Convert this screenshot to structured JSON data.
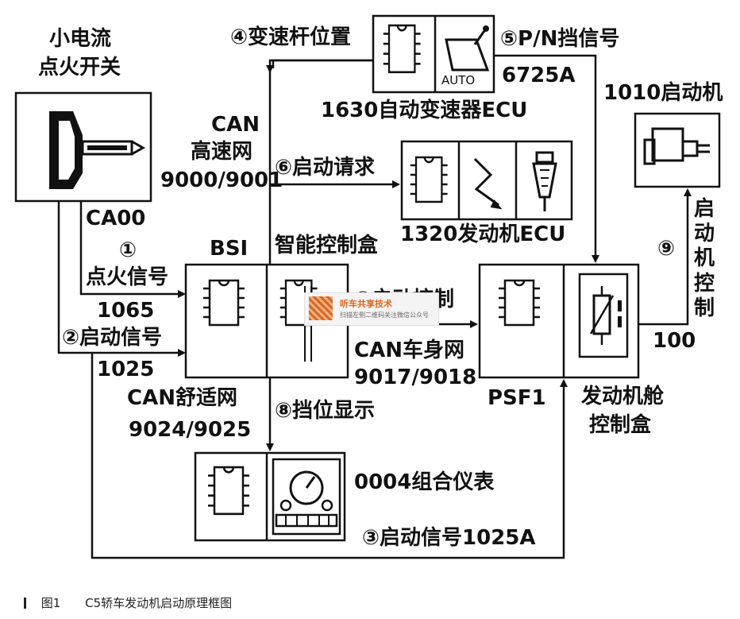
{
  "labels": {
    "switch_title_1": "小电流",
    "switch_title_2": "点火开关",
    "ca00": "CA00",
    "sig1_num": "①",
    "sig1_text": "点火信号",
    "sig1_code": "1065",
    "sig2_text": "②启动信号",
    "sig2_code": "1025",
    "bsi": "BSI",
    "smart_box": "智能控制盒",
    "can_hs_1": "CAN",
    "can_hs_2": "高速网",
    "can_hs_3": "9000/9001",
    "gear_pos": "④变速杆位置",
    "pn_signal": "⑤P/N挡信号",
    "code_6725": "6725A",
    "tcu": "1630自动变速器ECU",
    "auto": "AUTO",
    "start_req": "⑥启动请求",
    "ecu_engine": "1320发动机ECU",
    "starter": "1010启动机",
    "start_ctrl_v": "启动机控制",
    "sig9": "⑨",
    "code_100": "100",
    "start_ctrl7": "⑦启动控制",
    "can_body_1": "CAN车身网",
    "can_body_2": "9017/9018",
    "psf1": "PSF1",
    "engine_box_1": "发动机舱",
    "engine_box_2": "控制盒",
    "can_comfort_1": "CAN舒适网",
    "can_comfort_2": "9024/9025",
    "gear_display": "⑧挡位显示",
    "cluster": "0004组合仪表",
    "sig3": "③启动信号1025A"
  },
  "caption": {
    "number": "图1",
    "text": "C5轿车发动机启动原理框图"
  },
  "watermark": {
    "title": "听车共享技术",
    "sub": "扫描左侧二维码关注微信公众号"
  }
}
